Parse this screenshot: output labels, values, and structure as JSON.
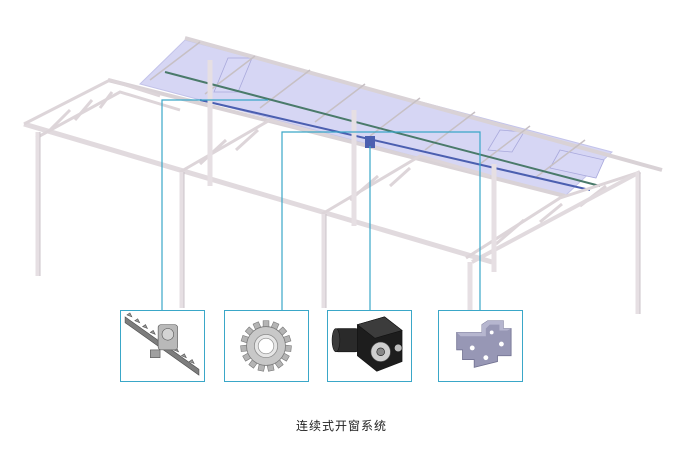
{
  "caption": "连续式开窗系统",
  "components": [
    {
      "id": "rack-and-pinion",
      "icon": "rack-pinion-icon"
    },
    {
      "id": "sprocket-gear",
      "icon": "sprocket-icon"
    },
    {
      "id": "gear-motor",
      "icon": "motor-icon"
    },
    {
      "id": "mounting-bracket",
      "icon": "bracket-icon"
    }
  ],
  "colors": {
    "frame": "#e4dde0",
    "frame_edge": "#cfc6cb",
    "glass": "#c9c9f0",
    "leader": "#3aa7c8",
    "drive": "#4a7a6a"
  }
}
